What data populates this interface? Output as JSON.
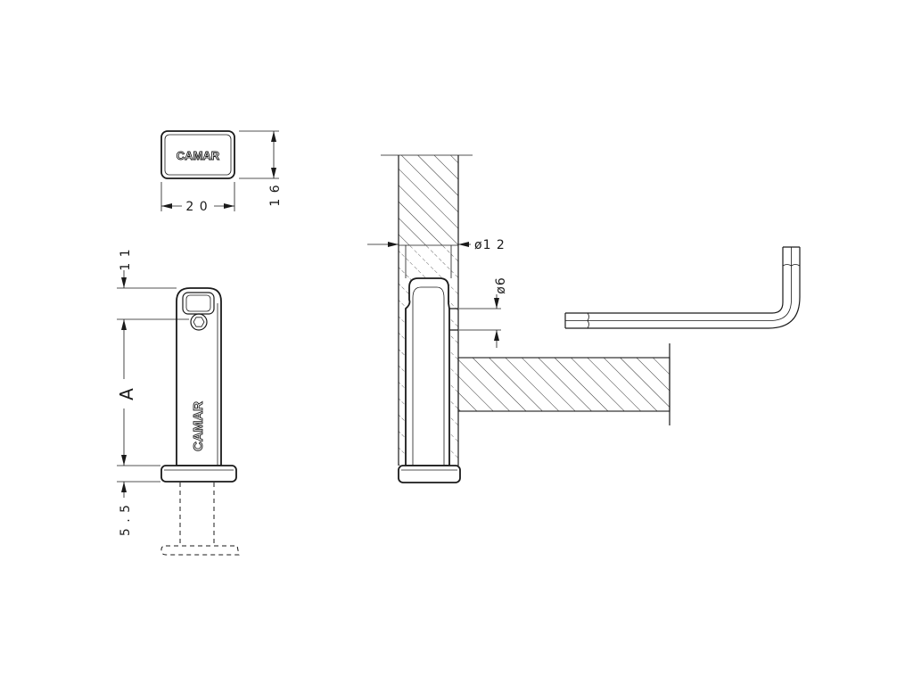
{
  "labels": {
    "cap_brand": "CAMAR",
    "pin_brand": "CAMAR",
    "dim_width": "2 0",
    "dim_height": "1 6",
    "dim_top": "1 1",
    "dim_length": "A",
    "dim_flange": "5 . 5",
    "dim_bore": "ø1 2",
    "dim_hole": "ø6"
  }
}
